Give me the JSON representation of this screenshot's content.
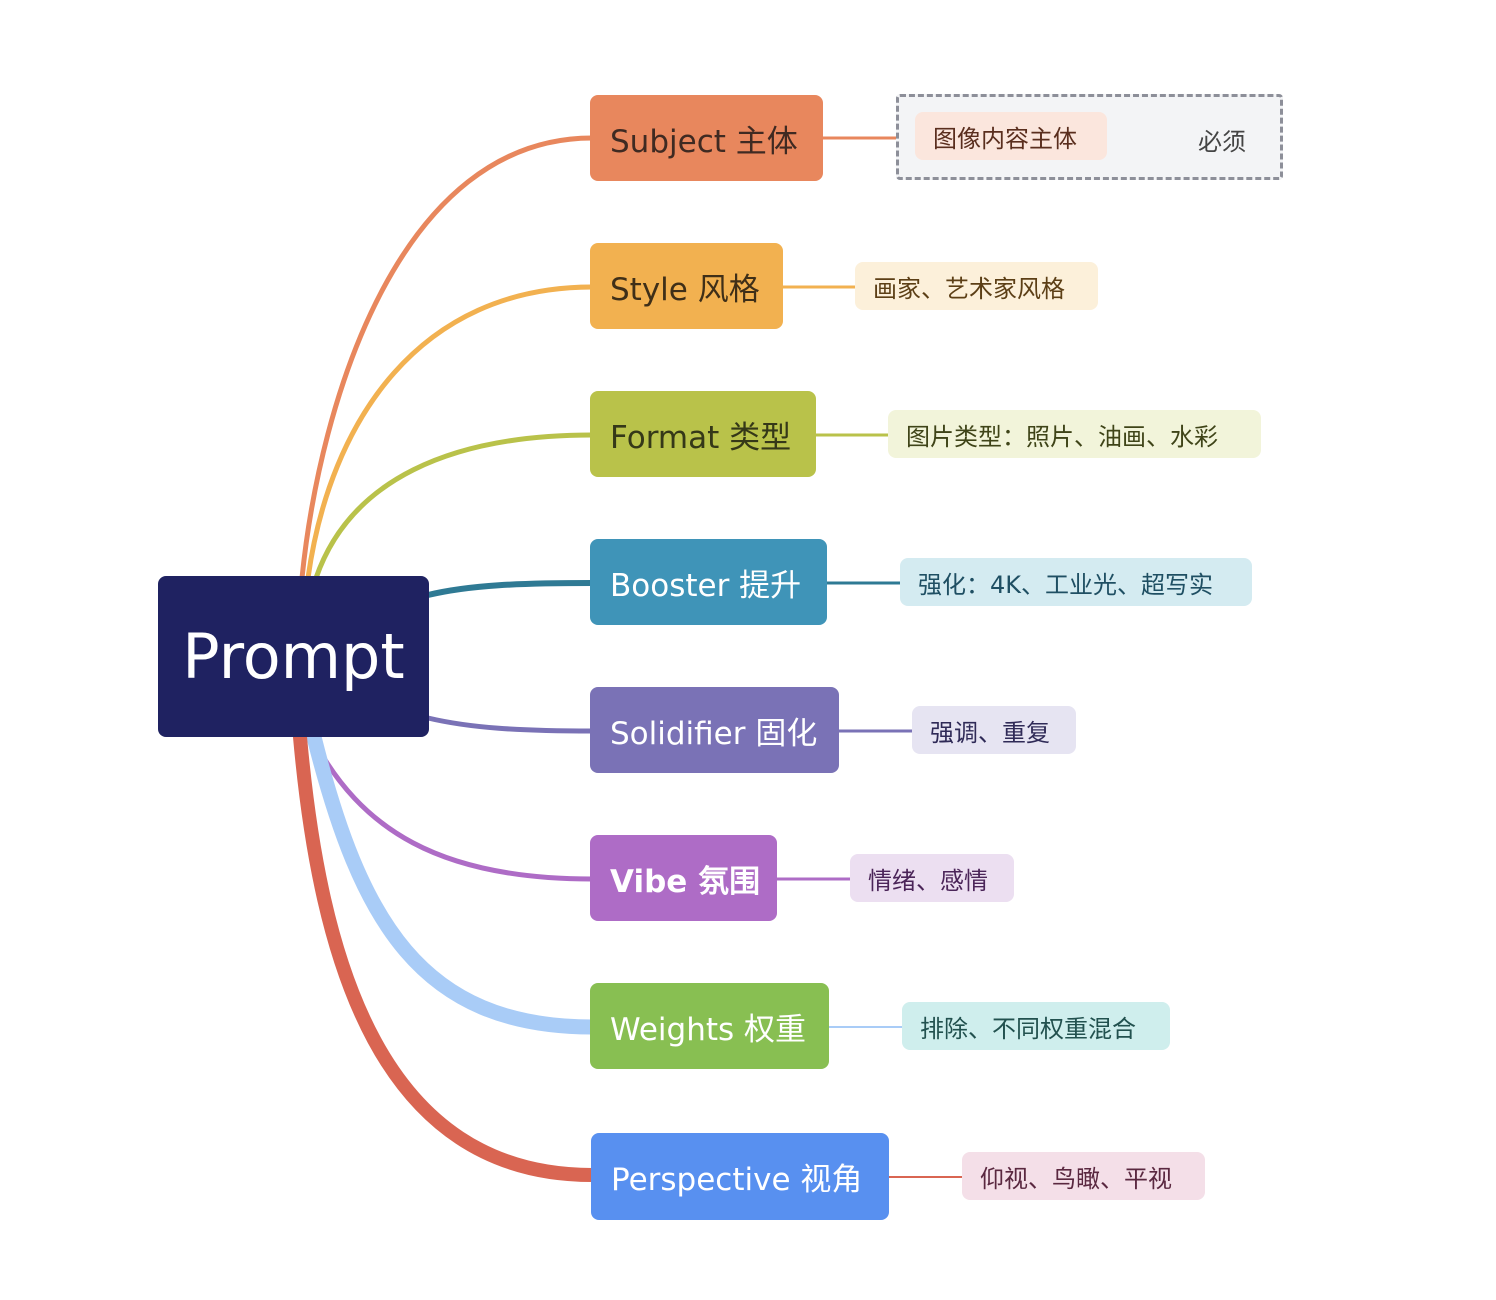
{
  "root": {
    "label": "Prompt",
    "color": "#1f2261"
  },
  "branches": [
    {
      "label": "Subject 主体",
      "color": "#e8875d",
      "text_color": "#3f2a22",
      "leaf": "图像内容主体",
      "leaf_bg": "#fbe6dd",
      "leaf_text": "#5a2e1e",
      "note": "必须"
    },
    {
      "label": "Style 风格",
      "color": "#f2b150",
      "text_color": "#3f2f18",
      "leaf": "画家、艺术家风格",
      "leaf_bg": "#fcf0da",
      "leaf_text": "#5c3f16"
    },
    {
      "label": "Format 类型",
      "color": "#b9c24a",
      "text_color": "#353818",
      "leaf": "图片类型：照片、油画、水彩",
      "leaf_bg": "#f2f4da",
      "leaf_text": "#3f4418"
    },
    {
      "label": "Booster 提升",
      "color": "#3f94b8",
      "text_color": "#ffffff",
      "leaf": "强化：4K、工业光、超写实",
      "leaf_bg": "#d4ebf1",
      "leaf_text": "#1f4f63"
    },
    {
      "label": "Solidifier 固化",
      "color": "#7a72b6",
      "text_color": "#ffffff",
      "leaf": "强调、重复",
      "leaf_bg": "#e6e4f2",
      "leaf_text": "#2f2a57"
    },
    {
      "label": "Vibe 氛围",
      "color": "#ae6cc6",
      "text_color": "#ffffff",
      "leaf": "情绪、感情",
      "leaf_bg": "#ecdff1",
      "leaf_text": "#4b2559"
    },
    {
      "label": "Weights 权重",
      "color": "#88bf52",
      "text_color": "#ffffff",
      "leaf": "排除、不同权重混合",
      "leaf_bg": "#cfeeed",
      "leaf_text": "#22514f"
    },
    {
      "label": "Perspective 视角",
      "color": "#5890f0",
      "text_color": "#ffffff",
      "leaf": "仰视、鸟瞰、平视",
      "leaf_bg": "#f4dfe8",
      "leaf_text": "#5a2840"
    }
  ],
  "connector_colors": [
    "#e8875d",
    "#f2b150",
    "#b9c24a",
    "#2f7a94",
    "#7a72b6",
    "#ae6cc6",
    "#a9ccf7",
    "#d96552"
  ]
}
